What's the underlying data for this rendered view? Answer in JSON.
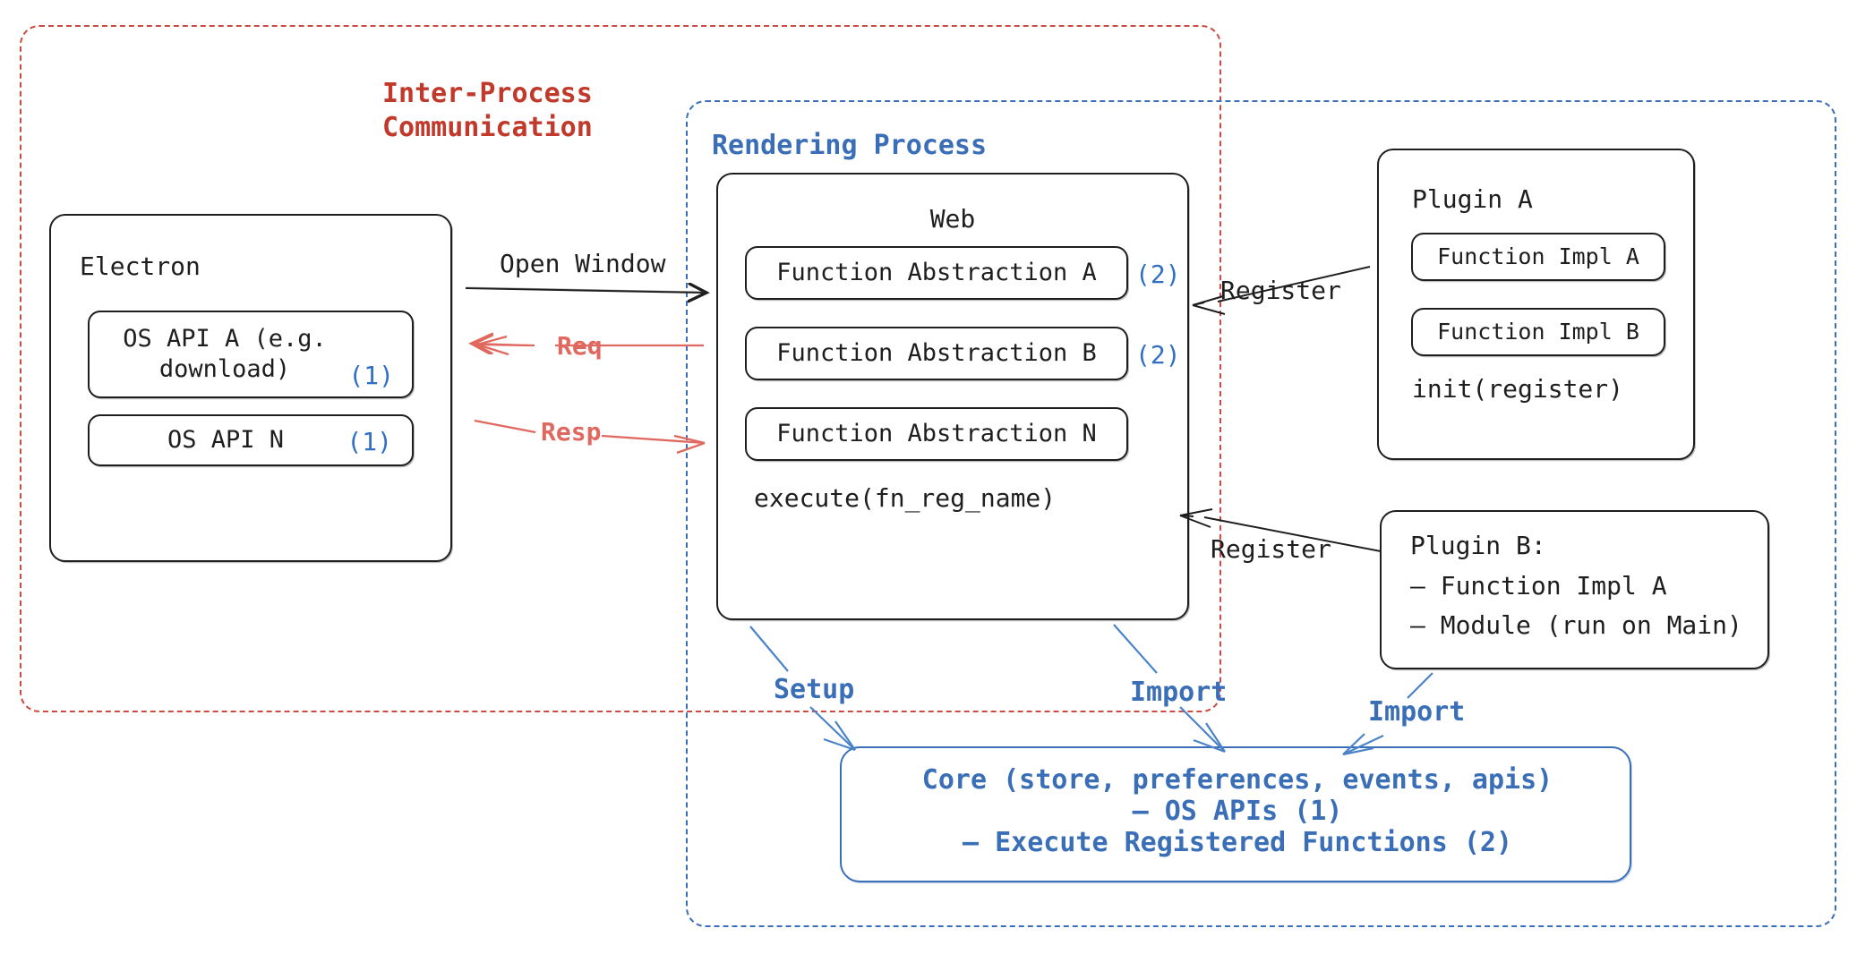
{
  "diagram": {
    "title": "Electron plugin architecture",
    "colors": {
      "ipc_red": "#c0392b",
      "process_blue": "#3a6fb8",
      "annotation_blue": "#2f6fc4",
      "stroke_black": "#1e1e1e",
      "background": "#ffffff"
    }
  },
  "containers": {
    "ipc": {
      "label": "Inter-Process\nCommunication",
      "style": "red-dashed"
    },
    "rendering_process": {
      "label": "Rendering Process",
      "style": "blue-dashed"
    }
  },
  "electron": {
    "title": "Electron",
    "apis": [
      {
        "label": "OS API A (e.g.\ndownload)",
        "badge": "(1)"
      },
      {
        "label": "OS API N",
        "badge": "(1)"
      }
    ]
  },
  "web": {
    "title": "Web",
    "abstractions": [
      {
        "label": "Function Abstraction A",
        "badge": "(2)"
      },
      {
        "label": "Function Abstraction B",
        "badge": "(2)"
      },
      {
        "label": "Function Abstraction N",
        "badge": ""
      }
    ],
    "footer": "execute(fn_reg_name)"
  },
  "plugin_a": {
    "title": "Plugin A",
    "items": [
      {
        "label": "Function Impl A"
      },
      {
        "label": "Function Impl B"
      }
    ],
    "footer": "init(register)"
  },
  "plugin_b": {
    "lines": [
      "Plugin B:",
      "— Function Impl A",
      "— Module (run on Main)"
    ]
  },
  "core": {
    "lines": [
      "Core (store, preferences, events, apis)",
      "— OS APIs (1)",
      "— Execute Registered Functions (2)"
    ]
  },
  "edges": [
    {
      "name": "open-window",
      "label": "Open Window",
      "color": "#1e1e1e"
    },
    {
      "name": "req",
      "label": "Req",
      "color": "#e0695f"
    },
    {
      "name": "resp",
      "label": "Resp",
      "color": "#e0695f"
    },
    {
      "name": "register-plugin-a",
      "label": "Register",
      "color": "#1e1e1e"
    },
    {
      "name": "register-plugin-b",
      "label": "Register",
      "color": "#1e1e1e"
    },
    {
      "name": "setup",
      "label": "Setup",
      "color": "#3a6fb8"
    },
    {
      "name": "import-web",
      "label": "Import",
      "color": "#3a6fb8"
    },
    {
      "name": "import-plugin-b",
      "label": "Import",
      "color": "#3a6fb8"
    }
  ]
}
